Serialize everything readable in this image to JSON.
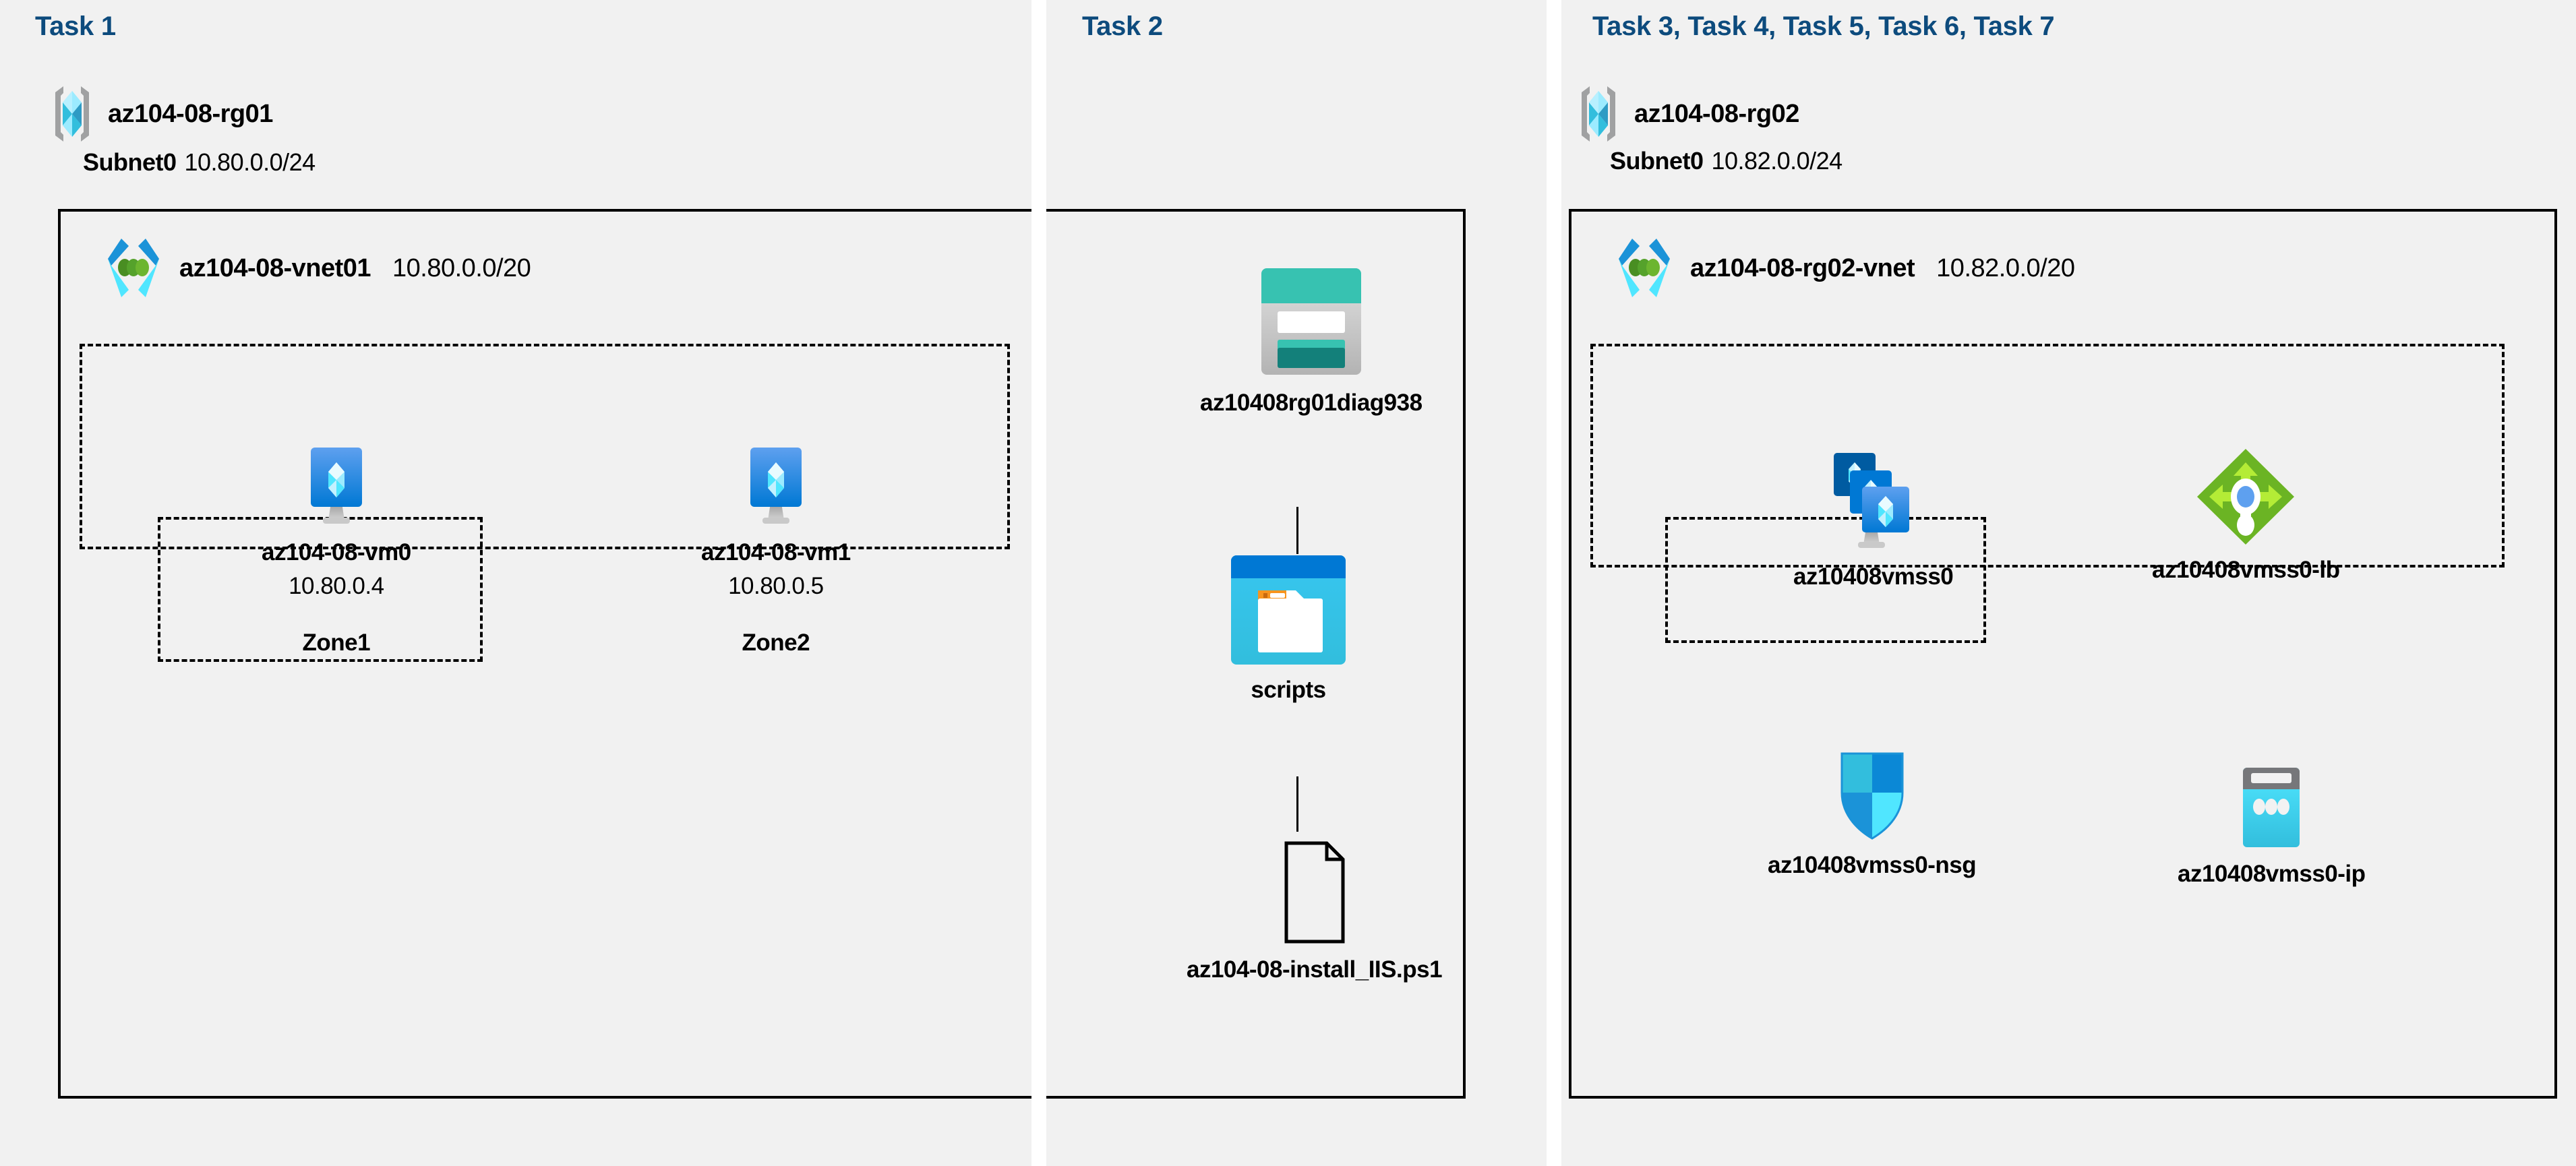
{
  "panels": [
    {
      "id": "task1",
      "label": "Task 1"
    },
    {
      "id": "task2",
      "label": "Task 2"
    },
    {
      "id": "task37",
      "label": "Task 3, Task 4, Task 5, Task 6, Task 7"
    }
  ],
  "colors": {
    "panel_background": "#f1f1f1",
    "page_background": "#ffffff",
    "task_label": "#0d4b7d",
    "border": "#000000",
    "azure_blue": "#0078d4",
    "azure_cyan": "#32bedd",
    "azure_light_cyan": "#9cebff",
    "resource_group_grey": "#a0a1a2",
    "vnet_green": "#53a83b",
    "storage_teal": "#37c2b1",
    "storage_teal_dark": "#13807a",
    "loadbalancer_green": "#6bb424",
    "loadbalancer_lightgreen": "#b4ec36",
    "nsg_blue": "#0078d4",
    "publicip_grey": "#76777a",
    "blob_orange": "#f7941e"
  },
  "task1": {
    "resource_group": {
      "name": "az104-08-rg01",
      "icon": "resource-group-icon"
    },
    "vnet": {
      "name": "az104-08-vnet01",
      "cidr": "10.80.0.0/20",
      "icon": "virtual-network-icon"
    },
    "subnet": {
      "name": "Subnet0",
      "cidr": "10.80.0.0/24"
    },
    "vms": [
      {
        "icon": "virtual-machine-icon",
        "name": "az104-08-vm0",
        "ip": "10.80.0.4",
        "zone": "Zone1"
      },
      {
        "icon": "virtual-machine-icon",
        "name": "az104-08-vm1",
        "ip": "10.80.0.5",
        "zone": "Zone2"
      }
    ]
  },
  "task2": {
    "storage_account": {
      "icon": "storage-account-icon",
      "name": "az10408rg01diag938"
    },
    "container": {
      "icon": "blob-container-icon",
      "name": "scripts"
    },
    "file": {
      "icon": "file-icon",
      "name": "az104-08-install_IIS.ps1"
    }
  },
  "task37": {
    "resource_group": {
      "name": "az104-08-rg02",
      "icon": "resource-group-icon"
    },
    "vnet": {
      "name": "az104-08-rg02-vnet",
      "cidr": "10.82.0.0/20",
      "icon": "virtual-network-icon"
    },
    "subnet": {
      "name": "Subnet0",
      "cidr": "10.82.0.0/24"
    },
    "resources": [
      {
        "icon": "vm-scale-set-icon",
        "name": "az10408vmss0"
      },
      {
        "icon": "load-balancer-icon",
        "name": "az10408vmss0-lb"
      },
      {
        "icon": "network-security-group-icon",
        "name": "az10408vmss0-nsg"
      },
      {
        "icon": "public-ip-address-icon",
        "name": "az10408vmss0-ip"
      }
    ]
  }
}
